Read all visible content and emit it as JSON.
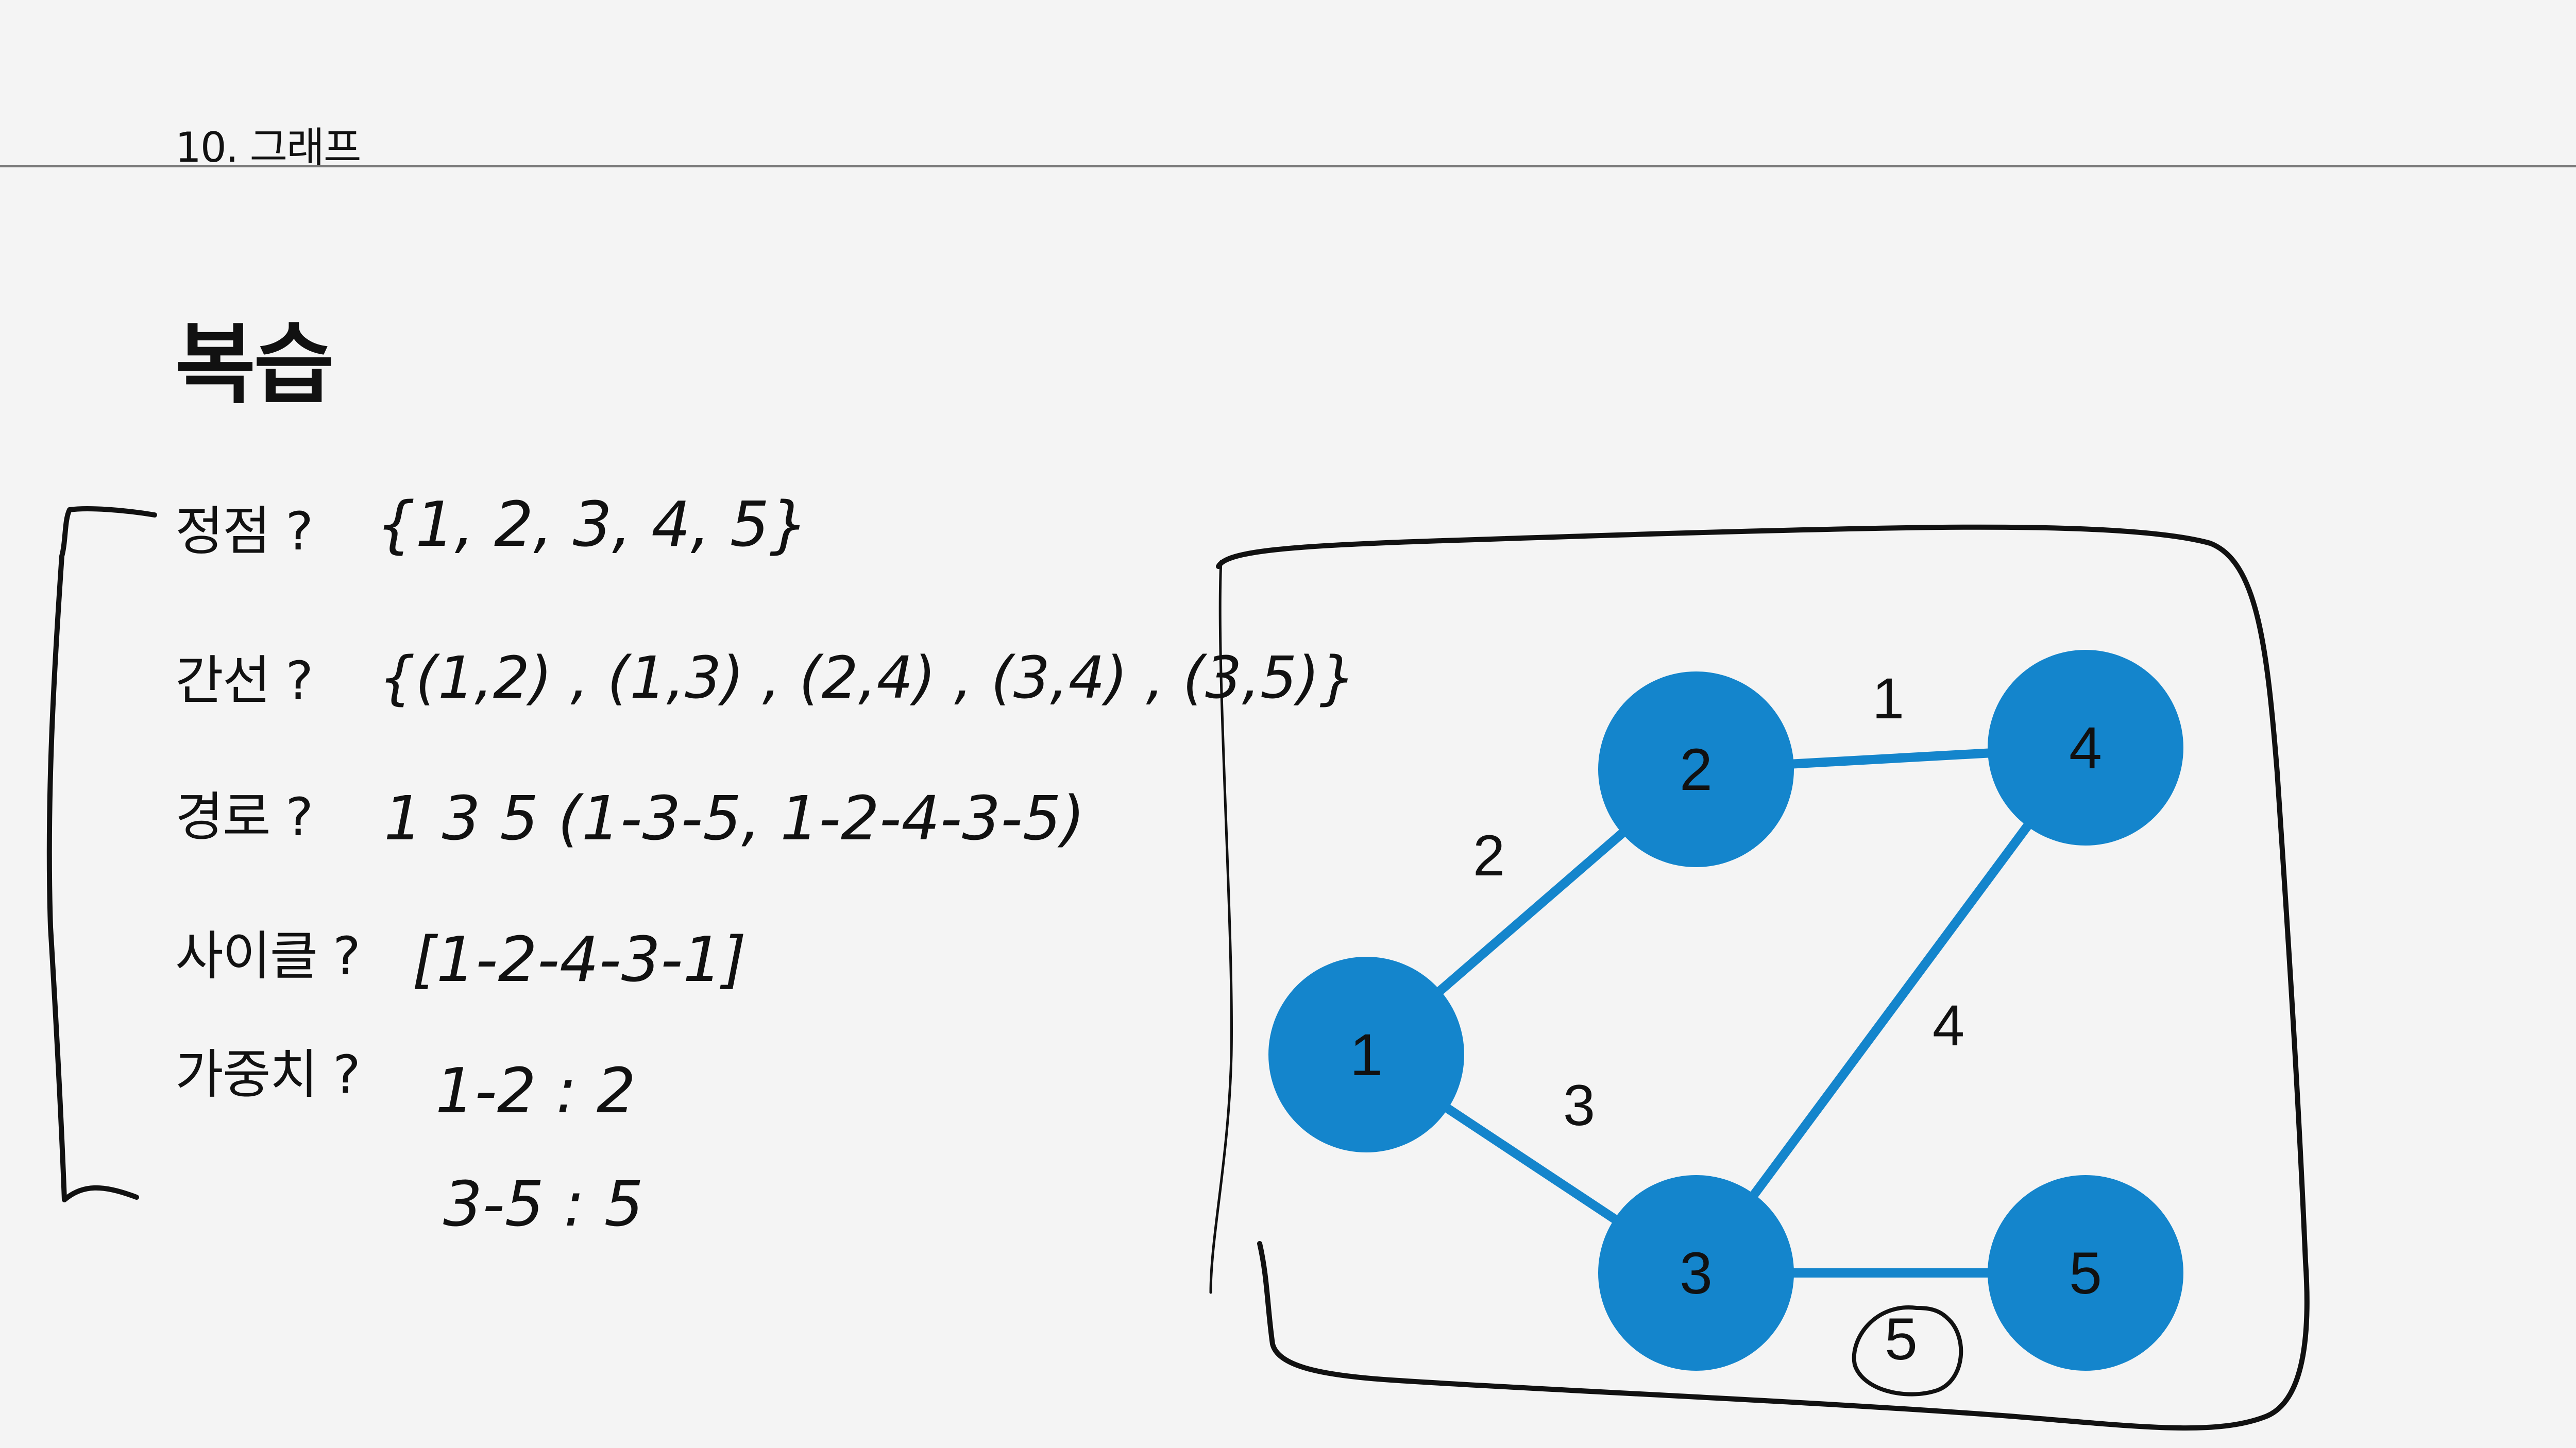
{
  "header": {
    "section": "10. 그래프"
  },
  "slide": {
    "title": "복습"
  },
  "questions": {
    "vertex": "정점 ?",
    "edge": "간선 ?",
    "path": "경로 ?",
    "cycle": "사이클 ?",
    "weight": "가중치 ?"
  },
  "handwritten": {
    "vertex_answer": "{1, 2, 3, 4, 5}",
    "edge_answer": "{(1,2) , (1,3) , (2,4) , (3,4) , (3,5)}",
    "path_answer": "1 3 5   (1-3-5, 1-2-4-3-5)",
    "cycle_answer": "[1-2-4-3-1]",
    "weight_line1": "1-2  :  2",
    "weight_line2": "3-5  :  5",
    "circled_weight": "5"
  },
  "graph": {
    "node_color": "#1485cc",
    "edge_color": "#1485cc",
    "nodes": [
      "1",
      "2",
      "3",
      "4",
      "5"
    ],
    "edges": [
      {
        "from": "1",
        "to": "2",
        "weight": "2"
      },
      {
        "from": "1",
        "to": "3",
        "weight": "3"
      },
      {
        "from": "2",
        "to": "4",
        "weight": "1"
      },
      {
        "from": "3",
        "to": "4",
        "weight": "4"
      },
      {
        "from": "3",
        "to": "5",
        "weight": "5"
      }
    ]
  }
}
